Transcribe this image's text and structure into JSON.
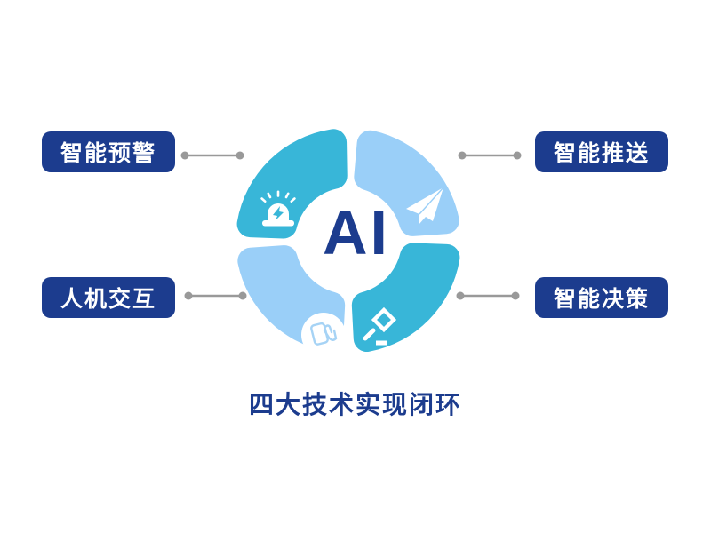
{
  "title": "四大技术实现闭环",
  "center_label": "AI",
  "colors": {
    "teal": "#38B6D8",
    "light_blue": "#9ACFF8",
    "navy": "#1C3C8E",
    "connector_gray": "#999999",
    "icon_stroke_blue": "#A6D3F5",
    "background": "#FFFFFF"
  },
  "ring": {
    "segments": [
      {
        "id": "alert",
        "label": "智能预警",
        "icon": "alarm-siren-icon",
        "color_key": "teal",
        "position": "top-left"
      },
      {
        "id": "push",
        "label": "智能推送",
        "icon": "paper-plane-icon",
        "color_key": "light_blue",
        "position": "top-right"
      },
      {
        "id": "interaction",
        "label": "人机交互",
        "icon": "touch-icon",
        "color_key": "light_blue",
        "position": "bottom-left"
      },
      {
        "id": "decision",
        "label": "智能决策",
        "icon": "gavel-icon",
        "color_key": "teal",
        "position": "bottom-right"
      }
    ]
  }
}
